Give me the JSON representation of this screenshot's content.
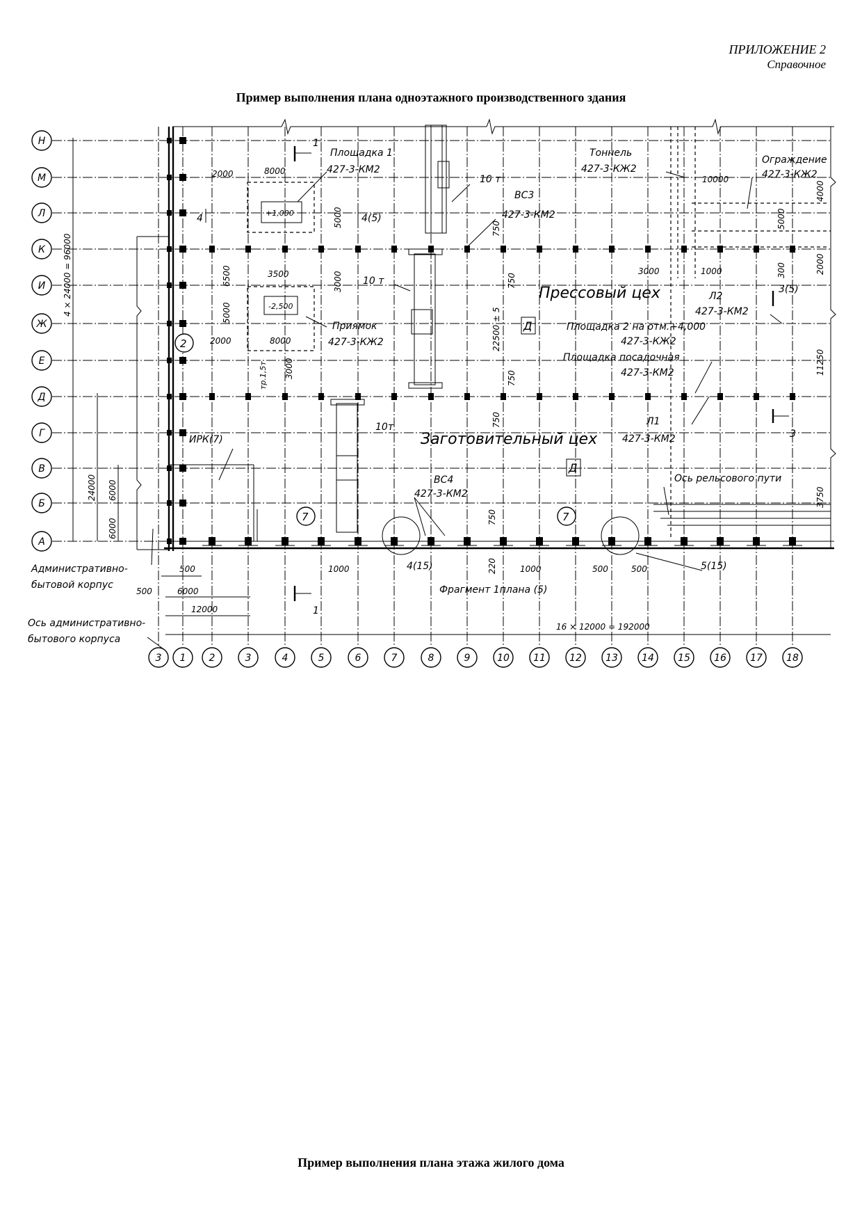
{
  "header": {
    "appendix": "ПРИЛОЖЕНИЕ 2",
    "reference": "Справочное"
  },
  "titles": {
    "industrial_plan": "Пример выполнения плана одноэтажного производственного здания",
    "residential_plan": "Пример выполнения плана этажа жилого дома"
  },
  "drawing": {
    "row_axes": [
      "Н",
      "М",
      "Л",
      "К",
      "И",
      "Ж",
      "Е",
      "Д",
      "Г",
      "В",
      "Б",
      "А"
    ],
    "column_axes": [
      "3",
      "1",
      "2",
      "3",
      "4",
      "5",
      "6",
      "7",
      "8",
      "9",
      "10",
      "11",
      "12",
      "13",
      "14",
      "15",
      "16",
      "17",
      "18"
    ],
    "workshops": {
      "press": "Прессовый цех",
      "blank": "Заготовительный цех",
      "category": "Д"
    },
    "labels": {
      "platform1": "Площадка 1",
      "platform1_ref": "427-3-КМ2",
      "crane10_a": "10 т",
      "crane10_b": "10 т",
      "crane10_c": "10т",
      "vs3": "ВС3",
      "vs3_ref": "427-3-КМ2",
      "tunnel": "Тоннель",
      "tunnel_ref": "427-3-КЖ2",
      "fence": "Ограждение",
      "fence_ref": "427-3-КЖ2",
      "pit": "Приямок",
      "pit_ref": "427-3-КЖ2",
      "l2": "Л2",
      "l2_ref": "427-3-КМ2",
      "platform2": "Площадка 2 на отм.+4,000",
      "platform2_ref": "427-3-КЖ2",
      "landing": "Площадка посадочная",
      "landing_ref": "427-3-КМ2",
      "l1": "Л1",
      "l1_ref": "427-3-КМ2",
      "irk": "ИРК(7)",
      "vs4": "ВС4",
      "vs4_ref": "427-3-КМ2",
      "rail_axis": "Ось рельсового пути",
      "admin_block_1": "Административно-",
      "admin_block_2": "бытовой корпус",
      "admin_axis_1": "Ось административно-",
      "admin_axis_2": "бытового корпуса",
      "fragment": "Фрагмент 1плана (5)",
      "detail4": "4(15)",
      "detail5": "5(15)",
      "bubble2": "2",
      "bubble7a": "7",
      "bubble7b": "7",
      "sec1_top": "1",
      "sec1_bot": "1",
      "sec3_top": "3(5)",
      "sec3_bot": "3",
      "sec4_left": "4",
      "sec4_right": "4(5)",
      "elev_plus1": "+1,000",
      "elev_minus25": "-2,500",
      "hoist": "тр.1,5т"
    },
    "dimensions": {
      "rows_total": "4 × 24000 = 96000",
      "cols_total": "16 × 12000 = 192000",
      "d24000": "24000",
      "d6000a": "6000",
      "d6000b": "6000",
      "d22500": "22500 ± 5",
      "d2000a": "2000",
      "d8000a": "8000",
      "d5000a": "5000",
      "d3500": "3500",
      "d6500": "6500",
      "d5000b": "5000",
      "d3000a": "3000",
      "d2000b": "2000",
      "d8000b": "8000",
      "d3000b": "3000",
      "d750a": "750",
      "d750b": "750",
      "d750c": "750",
      "d750d": "750",
      "d750e": "750",
      "d220": "220",
      "d10000": "10000",
      "d4000": "4000",
      "d5000c": "5000",
      "d2000c": "2000",
      "d3000c": "3000",
      "d1000a": "1000",
      "d300": "300",
      "d11250": "11250",
      "d3750": "3750",
      "d500a": "500",
      "d500b": "500",
      "d6000c": "6000",
      "d12000": "12000",
      "d1000b": "1000",
      "d1000c": "1000",
      "d500c": "500",
      "d500d": "500"
    }
  }
}
